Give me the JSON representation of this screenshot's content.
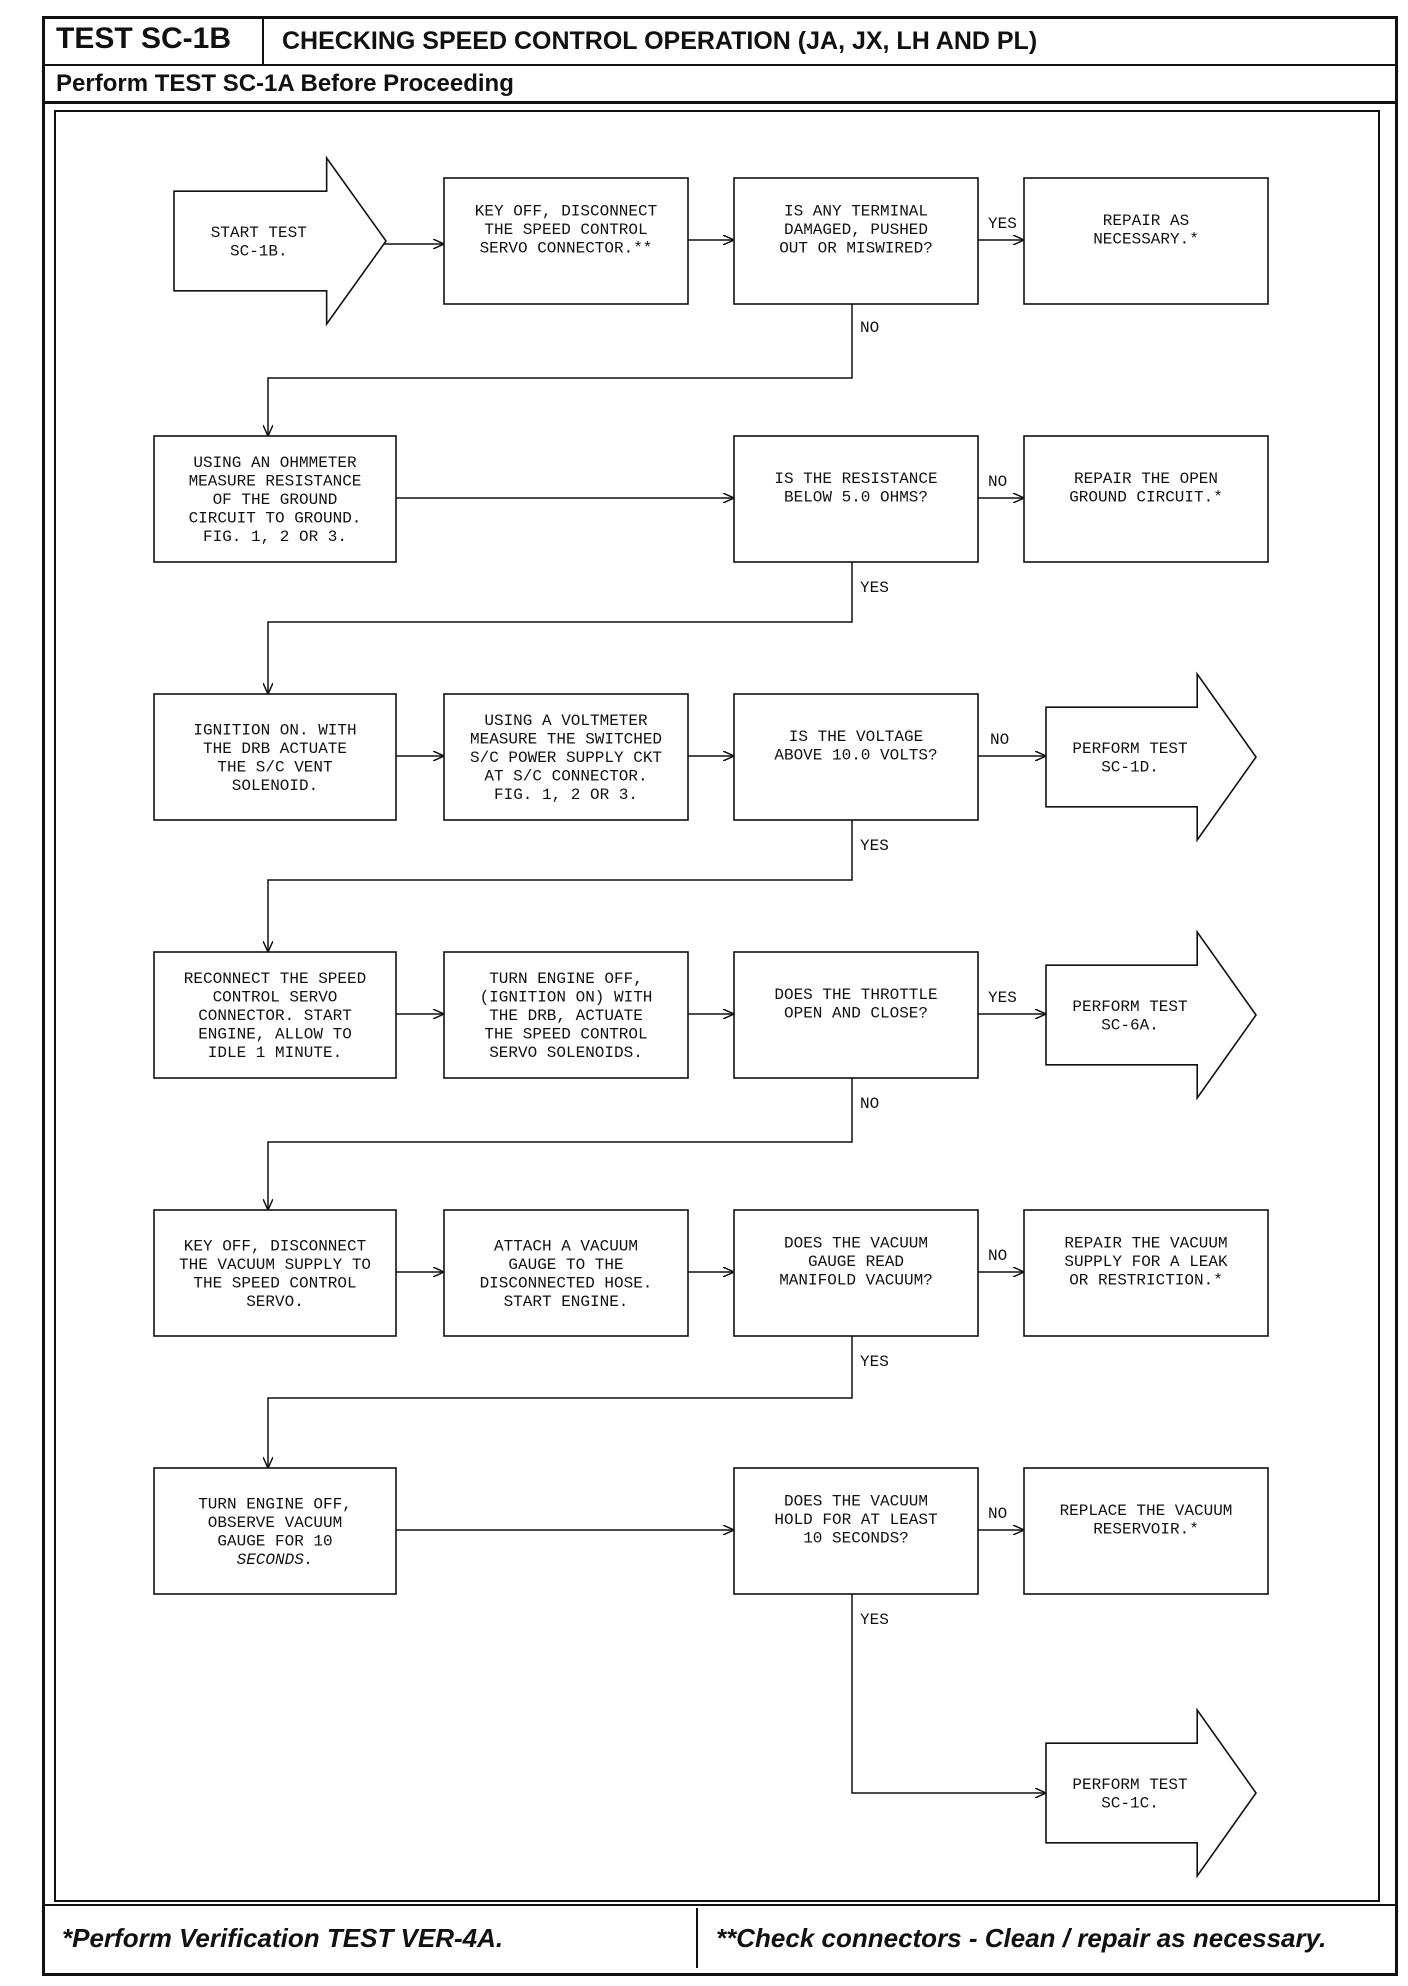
{
  "header": {
    "test_id": "TEST SC-1B",
    "title": "CHECKING SPEED CONTROL OPERATION (JA, JX, LH AND PL)",
    "subtitle": "Perform TEST SC-1A Before Proceeding"
  },
  "footer": {
    "left_note": "*Perform Verification TEST VER-4A.",
    "right_note": "**Check connectors - Clean / repair as necessary."
  },
  "nodes": {
    "start": [
      "START TEST",
      "SC-1B."
    ],
    "key_off_disconnect": [
      "KEY OFF, DISCONNECT",
      "THE SPEED CONTROL",
      "SERVO CONNECTOR.**"
    ],
    "q_terminal": [
      "IS ANY TERMINAL",
      "DAMAGED, PUSHED",
      "OUT OR MISWIRED?"
    ],
    "repair_necessary": [
      "REPAIR AS",
      "NECESSARY.*"
    ],
    "ohmmeter": [
      "USING AN OHMMETER",
      "MEASURE RESISTANCE",
      "OF THE GROUND",
      "CIRCUIT TO GROUND.",
      "FIG. 1, 2 OR 3."
    ],
    "q_resistance": [
      "IS THE RESISTANCE",
      "BELOW 5.0 OHMS?"
    ],
    "repair_ground": [
      "REPAIR THE OPEN",
      "GROUND CIRCUIT.*"
    ],
    "ignition_on": [
      "IGNITION ON. WITH",
      "THE DRB ACTUATE",
      "THE S/C VENT",
      "SOLENOID."
    ],
    "voltmeter": [
      "USING A VOLTMETER",
      "MEASURE THE SWITCHED",
      "S/C POWER SUPPLY CKT",
      "AT S/C CONNECTOR.",
      "FIG. 1, 2 OR 3."
    ],
    "q_voltage": [
      "IS THE VOLTAGE",
      "ABOVE 10.0 VOLTS?"
    ],
    "perform_1d": [
      "PERFORM TEST",
      "SC-1D."
    ],
    "reconnect": [
      "RECONNECT THE SPEED",
      "CONTROL SERVO",
      "CONNECTOR. START",
      "ENGINE, ALLOW TO",
      "IDLE 1 MINUTE."
    ],
    "turn_off_drb": [
      "TURN ENGINE OFF,",
      "(IGNITION ON) WITH",
      "THE DRB, ACTUATE",
      "THE SPEED CONTROL",
      "SERVO SOLENOIDS."
    ],
    "q_throttle": [
      "DOES THE THROTTLE",
      "OPEN AND CLOSE?"
    ],
    "perform_6a": [
      "PERFORM TEST",
      "SC-6A."
    ],
    "key_off_vacuum": [
      "KEY OFF, DISCONNECT",
      "THE VACUUM SUPPLY TO",
      "THE SPEED CONTROL",
      "SERVO."
    ],
    "attach_gauge": [
      "ATTACH A VACUUM",
      "GAUGE TO THE",
      "DISCONNECTED HOSE.",
      "START ENGINE."
    ],
    "q_manifold": [
      "DOES THE VACUUM",
      "GAUGE READ",
      "MANIFOLD VACUUM?"
    ],
    "repair_vacuum": [
      "REPAIR THE VACUUM",
      "SUPPLY FOR A LEAK",
      "OR RESTRICTION.*"
    ],
    "observe_gauge": [
      "TURN ENGINE OFF,",
      "OBSERVE VACUUM",
      "GAUGE FOR 10",
      "SECONDS."
    ],
    "q_hold": [
      "DOES THE VACUUM",
      "HOLD FOR AT LEAST",
      "10 SECONDS?"
    ],
    "replace_reservoir": [
      "REPLACE THE VACUUM",
      "RESERVOIR.*"
    ],
    "perform_1c": [
      "PERFORM TEST",
      "SC-1C."
    ]
  },
  "edge_labels": {
    "yes": "YES",
    "no": "NO"
  }
}
